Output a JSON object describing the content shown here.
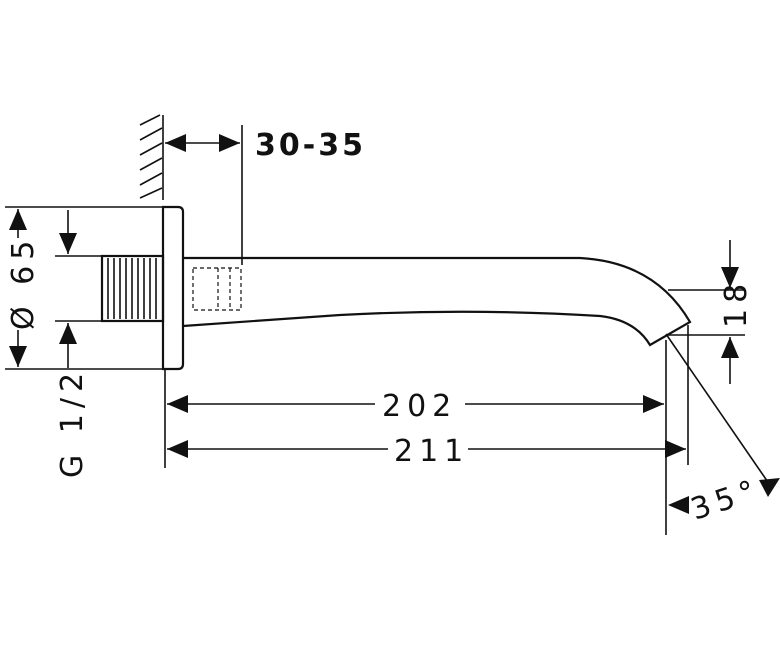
{
  "dimensions": {
    "wall_depth": "30-35",
    "flange_diameter": "Ø 65",
    "thread": "G 1/2",
    "length_inner": "202",
    "length_total": "211",
    "outlet_height": "18",
    "outlet_angle": "35°"
  }
}
